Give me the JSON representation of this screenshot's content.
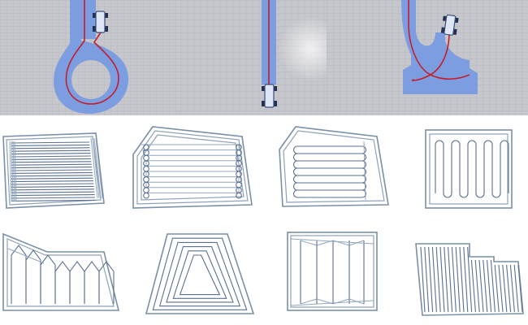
{
  "figure": {
    "top_panels": [
      {
        "id": "loop-turn",
        "icon": "tractor-icon"
      },
      {
        "id": "straight-pass",
        "icon": "tractor-icon"
      },
      {
        "id": "fishtail-turn",
        "icon": "tractor-icon"
      }
    ],
    "field_patterns": [
      "parallel-strips",
      "headland-boustrophedon",
      "headland-loops",
      "serpentine",
      "zigzag-slope",
      "spiral",
      "skip-passes",
      "stepped-strips"
    ],
    "colors": {
      "grid_background": "#c6c7cc",
      "grid_line": "#b3b4ba",
      "lane": "#7c9ee0",
      "path": "#c31e2d",
      "field_outline": "#7a8fa8",
      "route": "#5a7090"
    }
  }
}
